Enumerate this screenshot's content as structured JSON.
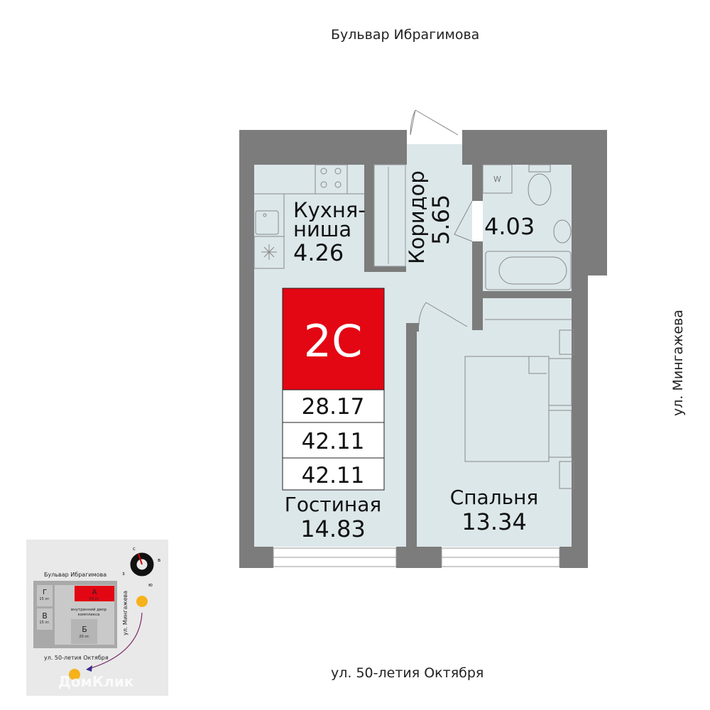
{
  "streets": {
    "top": "Бульвар Ибрагимова",
    "right": "ул. Мингажева",
    "bottom": "ул. 50-летия Октября"
  },
  "rooms": {
    "kitchen": {
      "name_line1": "Кухня-",
      "name_line2": "ниша",
      "area": "4.26"
    },
    "corridor": {
      "name": "Коридор",
      "area": "5.65"
    },
    "bathroom": {
      "area": "4.03",
      "washer_label": "W"
    },
    "living": {
      "name": "Гостиная",
      "area": "14.83"
    },
    "bedroom": {
      "name": "Спальня",
      "area": "13.34"
    }
  },
  "info_box": {
    "type": "2С",
    "living_area": "28.17",
    "total_area": "42.11",
    "total_area_2": "42.11",
    "accent_color": "#e30613"
  },
  "minimap": {
    "street_top": "Бульвар Ибрагимова",
    "street_right": "ул. Мингажева",
    "street_bottom": "ул. 50-летия Октября",
    "courtyard_line1": "внутренний двор",
    "courtyard_line2": "комплекса",
    "compass": {
      "n": "с",
      "e": "в",
      "s": "ю",
      "w": "з"
    },
    "buildings": [
      {
        "label": "А",
        "floors": "33 эт.",
        "highlight": true
      },
      {
        "label": "Б",
        "floors": "20 эт."
      },
      {
        "label": "В",
        "floors": "15 эт."
      },
      {
        "label": "Г",
        "floors": "15 эт."
      }
    ]
  },
  "watermark": "ДомКлик",
  "colors": {
    "wall": "#7b7c7b",
    "floor": "#dce7ea",
    "accent": "#e30613"
  }
}
